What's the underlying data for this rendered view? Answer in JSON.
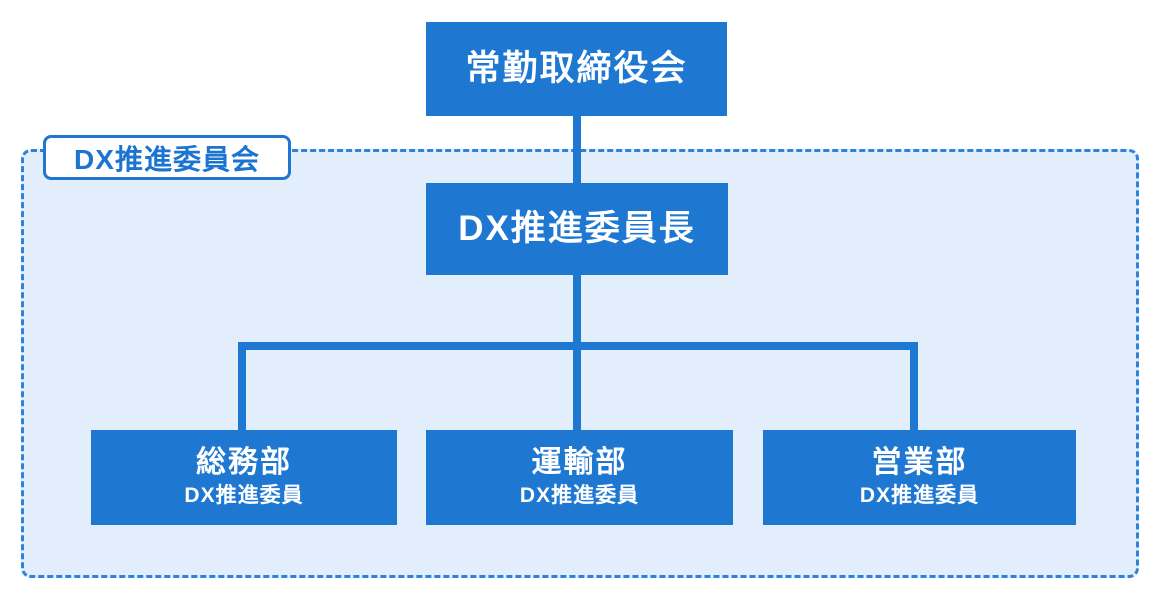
{
  "chart": {
    "board": {
      "label": "常勤取締役会"
    },
    "committee": {
      "label": "DX推進委員会",
      "chair": {
        "label": "DX推進委員長"
      },
      "members": [
        {
          "department": "総務部",
          "role": "DX推進委員"
        },
        {
          "department": "運輸部",
          "role": "DX推進委員"
        },
        {
          "department": "営業部",
          "role": "DX推進委員"
        }
      ]
    },
    "colors": {
      "node_fill": "#1e78d2",
      "node_text": "#ffffff",
      "connector": "#1e78d2",
      "group_fill": "#e2eefb",
      "group_border": "#2e82d8",
      "group_label_text": "#1a74d0",
      "group_label_bg": "#ffffff"
    }
  }
}
